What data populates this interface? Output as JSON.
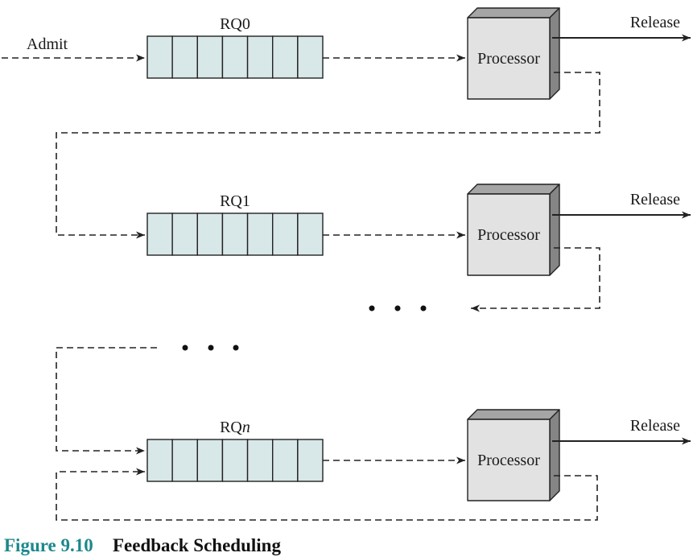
{
  "admit_label": "Admit",
  "stages": [
    {
      "queue": {
        "name": "RQ",
        "index": "0"
      },
      "processor_label": "Processor",
      "release_label": "Release"
    },
    {
      "queue": {
        "name": "RQ",
        "index": "1"
      },
      "processor_label": "Processor",
      "release_label": "Release"
    },
    {
      "queue": {
        "name": "RQ",
        "index": "n"
      },
      "processor_label": "Processor",
      "release_label": "Release"
    }
  ],
  "figure": {
    "number": "Figure 9.10",
    "title": "Feedback Scheduling"
  },
  "colors": {
    "queue_fill": "#d8e7e8",
    "processor_front": "#e2e2e2",
    "processor_top": "#a5a5a5",
    "processor_side": "#858585",
    "caption_number": "#1d878c"
  }
}
